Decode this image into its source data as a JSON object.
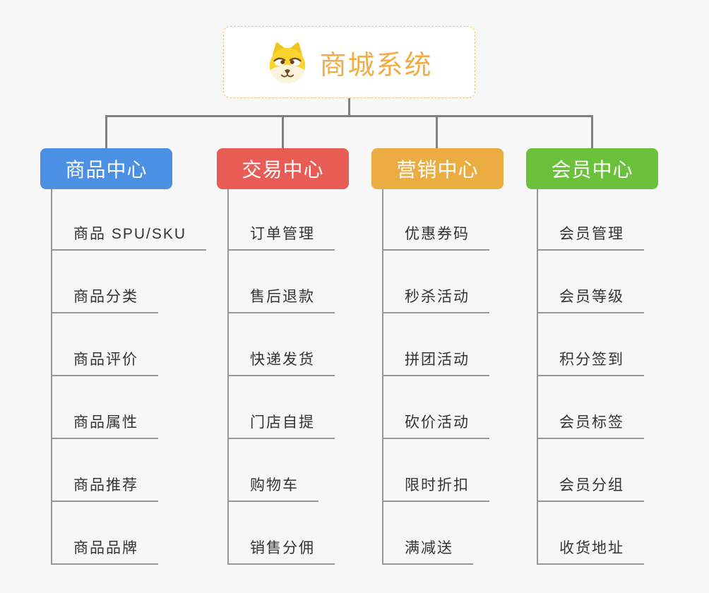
{
  "root": {
    "title": "商城系统",
    "icon": "shiba-dog-icon"
  },
  "branches": [
    {
      "label": "商品中心",
      "color": "#4b90e2",
      "items": [
        "商品 SPU/SKU",
        "商品分类",
        "商品评价",
        "商品属性",
        "商品推荐",
        "商品品牌"
      ]
    },
    {
      "label": "交易中心",
      "color": "#e85c55",
      "items": [
        "订单管理",
        "售后退款",
        "快递发货",
        "门店自提",
        "购物车",
        "销售分佣"
      ]
    },
    {
      "label": "营销中心",
      "color": "#ebad41",
      "items": [
        "优惠券码",
        "秒杀活动",
        "拼团活动",
        "砍价活动",
        "限时折扣",
        "满减送"
      ]
    },
    {
      "label": "会员中心",
      "color": "#6bc13c",
      "items": [
        "会员管理",
        "会员等级",
        "积分签到",
        "会员标签",
        "会员分组",
        "收货地址"
      ]
    }
  ],
  "colors": {
    "background": "#f7f7f7",
    "connector": "#808080",
    "leaf_line": "#979797",
    "leaf_text": "#333333",
    "root_border": "#efc178",
    "root_title": "#f0ad45"
  }
}
